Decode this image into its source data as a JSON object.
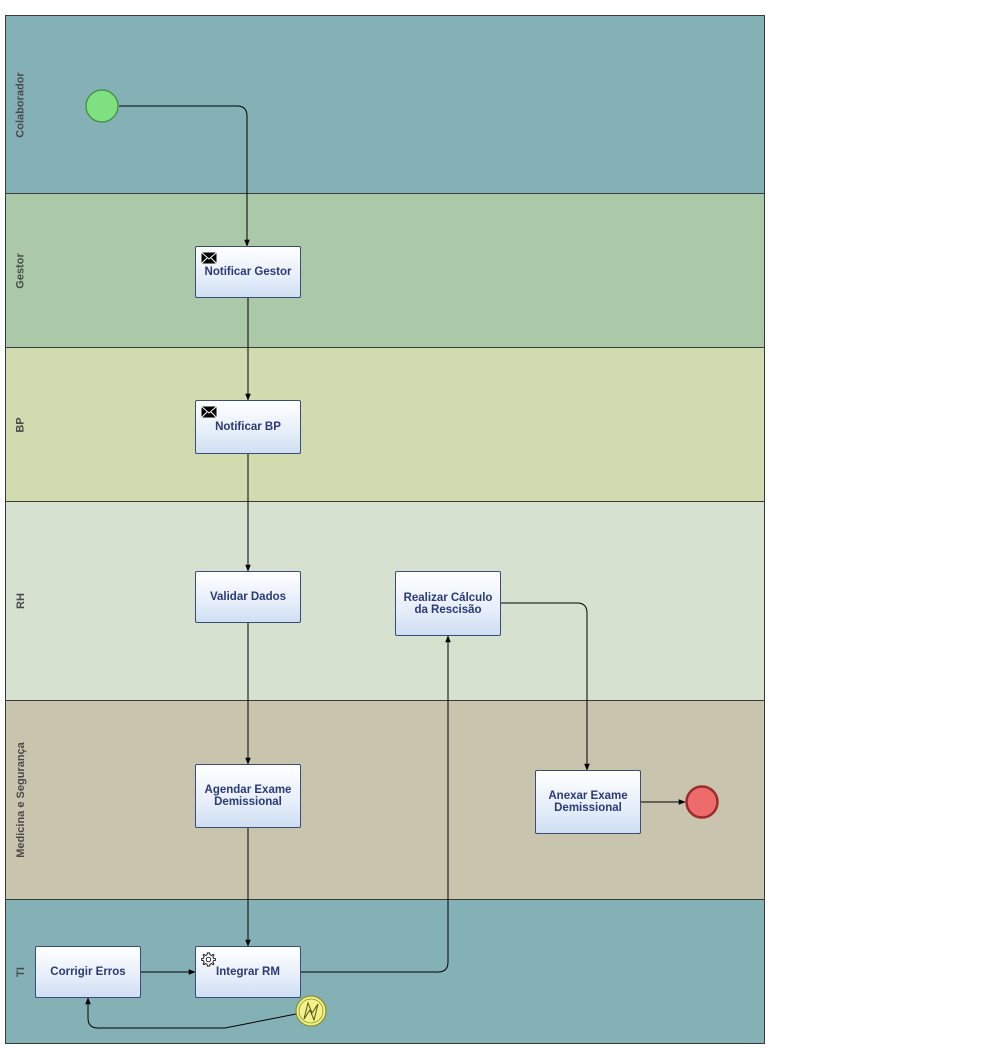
{
  "lanes": [
    {
      "label": "Colaborador",
      "color": "#84b1b6"
    },
    {
      "label": "Gestor",
      "color": "#abc9a9"
    },
    {
      "label": "BP",
      "color": "#d0dbaf"
    },
    {
      "label": "RH",
      "color": "#d6e1cf"
    },
    {
      "label": "Medicina e Segurança",
      "color": "#c9c4ad"
    },
    {
      "label": "TI",
      "color": "#84b1b6"
    }
  ],
  "tasks": {
    "notificar_gestor": {
      "label": "Notificar Gestor",
      "marker": "envelope-icon"
    },
    "notificar_bp": {
      "label": "Notificar BP",
      "marker": "envelope-icon"
    },
    "validar_dados": {
      "label": "Validar Dados"
    },
    "realizar_calculo": {
      "label": "Realizar Cálculo da Rescisão"
    },
    "agendar_exame": {
      "label": "Agendar Exame Demissional"
    },
    "anexar_exame": {
      "label": "Anexar Exame Demissional"
    },
    "corrigir_erros": {
      "label": "Corrigir Erros"
    },
    "integrar_rm": {
      "label": "Integrar RM",
      "marker": "gear-icon"
    }
  },
  "events": {
    "start": {
      "type": "start-event",
      "color": "#7ee07e"
    },
    "end": {
      "type": "end-event",
      "color": "#ee6b6b"
    },
    "error": {
      "type": "error-boundary-event",
      "color": "#f2f28a"
    }
  }
}
